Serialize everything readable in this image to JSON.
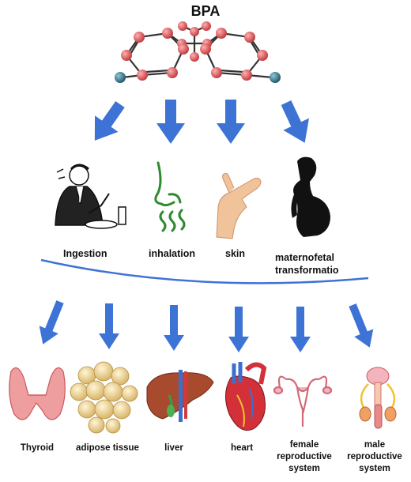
{
  "title": "BPA",
  "routes": [
    {
      "label": "Ingestion",
      "icon": "man-eating-icon"
    },
    {
      "label": "inhalation",
      "icon": "nose-icon"
    },
    {
      "label": "skin",
      "icon": "hand-icon"
    },
    {
      "label": "maternofetal\ntransformatio",
      "icon": "pregnant-woman-icon"
    }
  ],
  "organs": [
    {
      "label": "Thyroid",
      "icon": "thyroid-icon"
    },
    {
      "label": "adipose tissue",
      "icon": "adipose-tissue-icon"
    },
    {
      "label": "liver",
      "icon": "liver-icon"
    },
    {
      "label": "heart",
      "icon": "heart-icon"
    },
    {
      "label": "female\nreproductive\nsystem",
      "icon": "uterus-icon"
    },
    {
      "label": "male\nreproductive\nsystem",
      "icon": "male-reproductive-icon"
    }
  ],
  "colors": {
    "arrow": "#3e73d6",
    "atom": "#d9585b",
    "atom_end": "#2f6f86",
    "skin": "#f0c39a",
    "nose": "#2e8b2e"
  }
}
